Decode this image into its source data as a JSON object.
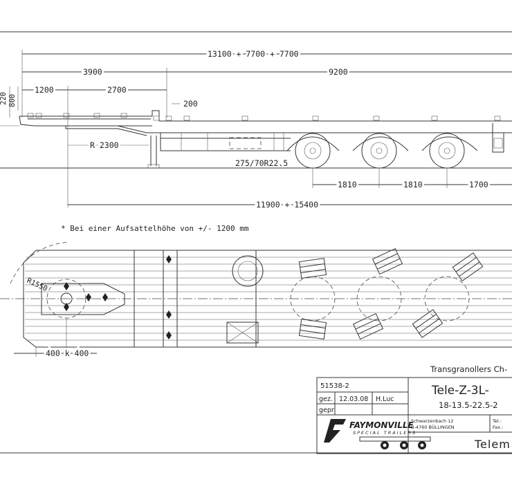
{
  "side_view": {
    "dim_total": "13100 + 7700 + 7700",
    "dim_front": "3900",
    "dim_rear": "9200",
    "dim_kingpin": "1200",
    "dim_neck": "2700",
    "dim_height_small": "220",
    "dim_height_large": "800",
    "dim_gap": "200",
    "dim_radius": "R 2300",
    "tire_size": "275/70R22.5",
    "axle_spacing_1": "1810",
    "axle_spacing_2": "1810",
    "axle_overhang": "1700",
    "dim_bottom": "11900 + 15400",
    "note": "* Bei einer Aufsattelhöhe von +/- 1200 mm"
  },
  "top_view": {
    "radius_label": "R1550",
    "kingpin_dim": "400 k 400"
  },
  "title_block": {
    "customer": "Transgranollers Ch-",
    "drawing_no": "51538-2",
    "label_gez": "gez.",
    "date": "12.03.08",
    "drawn_by": "H.Luc",
    "label_gepr": "gepr",
    "model": "Tele-Z-3L-",
    "spec": "18-13.5-22.5-2",
    "company": "FAYMONVILLE",
    "company_sub": "SPECIAL TRAILERS",
    "address_line1": "Schwarzenbach 12",
    "address_line2": "B-4760 BÜLLINGEN",
    "tel": "Tel.:",
    "fax": "Fax.:",
    "bottom_name": "Telem"
  }
}
